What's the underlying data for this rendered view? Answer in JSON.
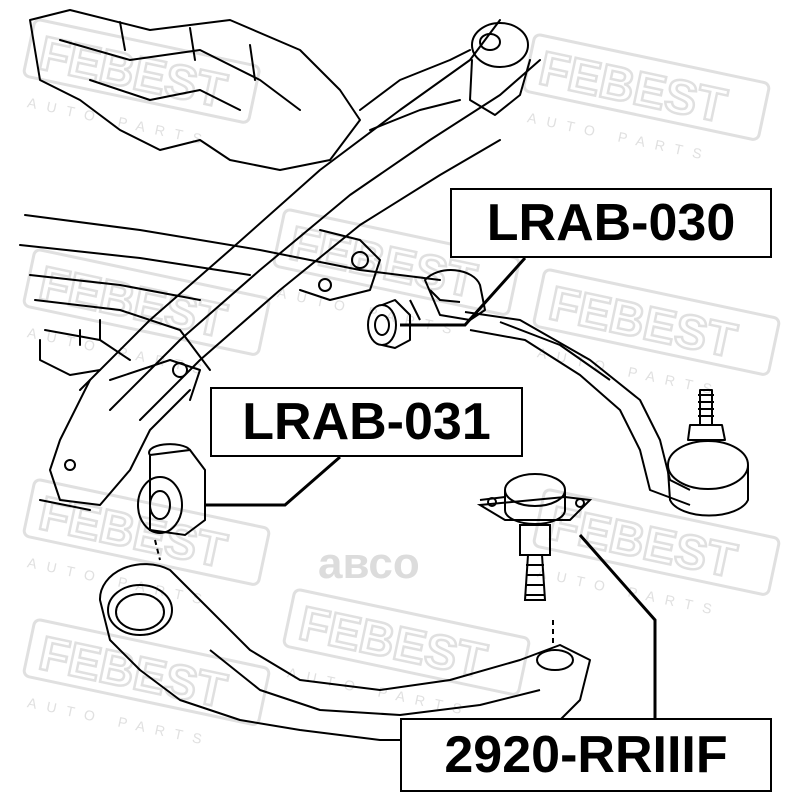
{
  "watermark": {
    "brand": "FEBEST",
    "sub": "AUTO PARTS",
    "center_mark": "авсо",
    "color": "#e2e2e2"
  },
  "labels": {
    "part_030": "LRAB-030",
    "part_031": "LRAB-031",
    "part_ball_joint": "2920-RRIIIF"
  },
  "colors": {
    "line": "#000000",
    "background": "#ffffff",
    "watermark": "#e2e2e2"
  }
}
